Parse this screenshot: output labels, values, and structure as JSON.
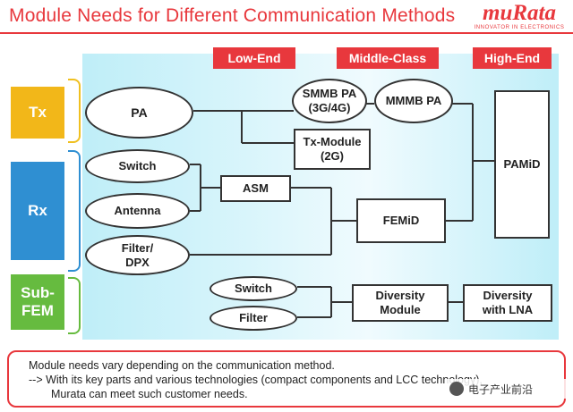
{
  "title": "Module Needs for Different Communication Methods",
  "logo": {
    "word": "muRata",
    "tagline": "INNOVATOR IN ELECTRONICS"
  },
  "classes": [
    "Low-End",
    "Middle-Class",
    "High-End"
  ],
  "sides": {
    "tx": "Tx",
    "rx": "Rx",
    "subfem_line1": "Sub-",
    "subfem_line2": "FEM"
  },
  "nodes": {
    "pa": "PA",
    "switch": "Switch",
    "antenna": "Antenna",
    "filter_l1": "Filter/",
    "filter_l2": "DPX",
    "switch2": "Switch",
    "filter2": "Filter",
    "smmb_l1": "SMMB PA",
    "smmb_l2": "(3G/4G)",
    "mmmb": "MMMB PA",
    "txmod_l1": "Tx-Module",
    "txmod_l2": "(2G)",
    "asm": "ASM",
    "femid": "FEMiD",
    "pamid": "PAMiD",
    "div_l1": "Diversity",
    "div_l2": "Module",
    "dlna_l1": "Diversity",
    "dlna_l2": "with LNA"
  },
  "note": {
    "line1": "Module needs vary depending on the communication method.",
    "line2": "--> With its key parts and various technologies (compact components and L",
    "line2_end": "CC technology),",
    "line3": "Murata can meet such customer needs."
  },
  "watermark": "电子产业前沿"
}
